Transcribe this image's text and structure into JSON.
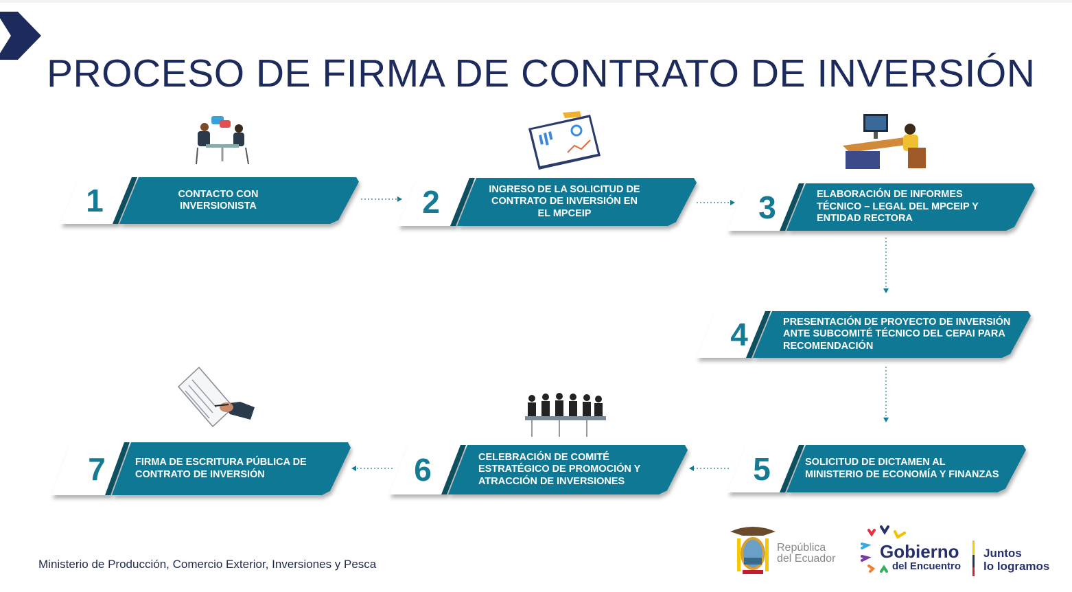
{
  "title": "PROCESO DE FIRMA DE CONTRATO DE INVERSIÓN",
  "steps": [
    {
      "number": "1",
      "text": "CONTACTO CON\nINVERSIONISTA",
      "icon": "meeting-icon"
    },
    {
      "number": "2",
      "text": "INGRESO DE LA SOLICITUD DE\nCONTRATO DE INVERSIÓN  EN\nEL MPCEIP",
      "icon": "notebook-chart-icon"
    },
    {
      "number": "3",
      "text": "ELABORACIÓN DE INFORMES\nTÉCNICO – LEGAL DEL MPCEIP Y\nENTIDAD RECTORA",
      "icon": "desk-worker-icon"
    },
    {
      "number": "4",
      "text": "PRESENTACIÓN DE PROYECTO DE INVERSIÓN\nANTE SUBCOMITÉ TÉCNICO DEL CEPAI PARA\nRECOMENDACIÓN"
    },
    {
      "number": "5",
      "text": "SOLICITUD DE DICTAMEN AL\nMINISTERIO DE ECONOMÍA Y FINANZAS"
    },
    {
      "number": "6",
      "text": "CELEBRACIÓN DE COMITÉ\nESTRATÉGICO DE PROMOCIÓN Y\nATRACCIÓN DE INVERSIONES",
      "icon": "committee-icon"
    },
    {
      "number": "7",
      "text": "FIRMA DE ESCRITURA PÚBLICA DE\nCONTRATO DE INVERSIÓN",
      "icon": "signing-icon"
    }
  ],
  "footer": "Ministerio de Producción, Comercio Exterior, Inversiones y Pesca",
  "logos": {
    "republica": "República\ndel Ecuador",
    "gobierno": "Gobierno",
    "encuentro": "del Encuentro",
    "slogan": "Juntos\nlo logramos"
  },
  "colors": {
    "teal": "#0f7895",
    "dark_teal": "#0c4f5e",
    "title": "#1d2a5c"
  }
}
